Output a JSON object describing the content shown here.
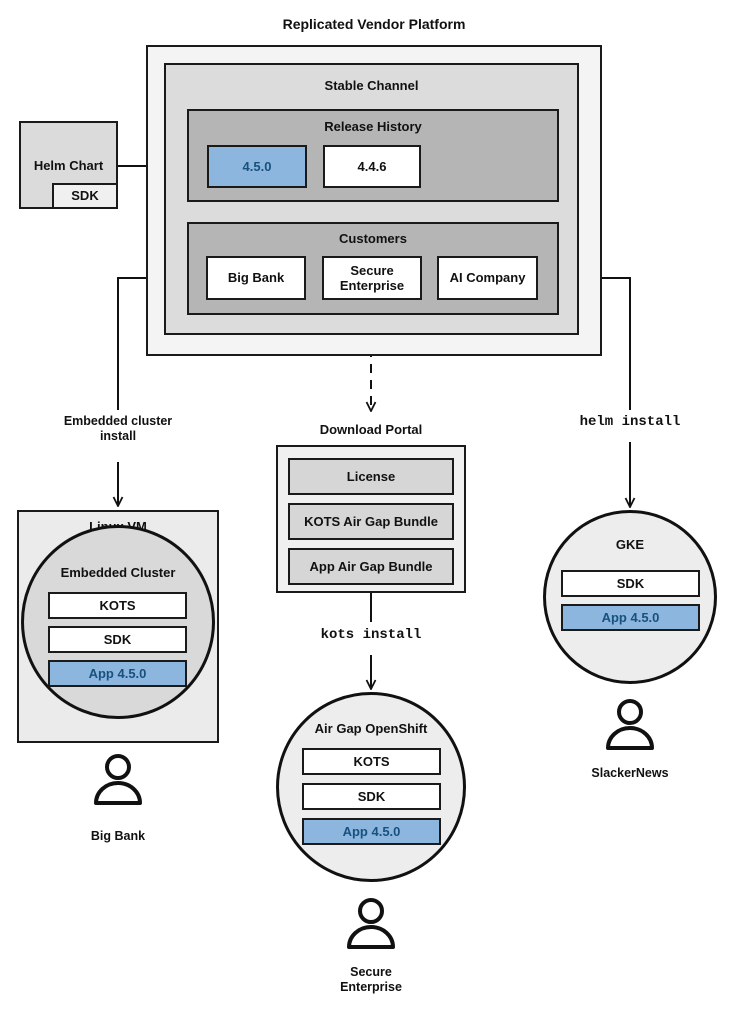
{
  "diagram": {
    "title": "Replicated Vendor Platform",
    "platform": {
      "channel_label": "Stable Channel",
      "release_history": {
        "label": "Release History",
        "releases": [
          {
            "version": "4.5.0",
            "highlighted": true
          },
          {
            "version": "4.4.6",
            "highlighted": false
          }
        ]
      },
      "customers": {
        "label": "Customers",
        "items": [
          {
            "name": "Big Bank"
          },
          {
            "name": "Secure\nEnterprise"
          },
          {
            "name": "AI Company"
          }
        ]
      }
    },
    "helm_chart": {
      "label": "Helm Chart",
      "sdk_label": "SDK"
    },
    "edges": [
      {
        "label": "Embedded cluster\ninstall",
        "style": "solid"
      },
      {
        "label": "kots install",
        "style": "mono"
      },
      {
        "label": "helm install",
        "style": "mono"
      }
    ],
    "download_portal": {
      "label": "Download Portal",
      "items": [
        "License",
        "KOTS Air Gap Bundle",
        "App Air Gap Bundle"
      ]
    },
    "targets": [
      {
        "id": "linux-vm",
        "label": "Linux VM",
        "shape": "box",
        "inner_label": "Embedded Cluster",
        "components": [
          {
            "name": "KOTS",
            "highlighted": false
          },
          {
            "name": "SDK",
            "highlighted": false
          },
          {
            "name": "App 4.5.0",
            "highlighted": true
          }
        ],
        "customer": "Big Bank"
      },
      {
        "id": "air-gap-openshift",
        "label": "Air Gap OpenShift",
        "shape": "circle",
        "components": [
          {
            "name": "KOTS",
            "highlighted": false
          },
          {
            "name": "SDK",
            "highlighted": false
          },
          {
            "name": "App 4.5.0",
            "highlighted": true
          }
        ],
        "customer": "Secure\nEnterprise"
      },
      {
        "id": "gke",
        "label": "GKE",
        "shape": "circle",
        "components": [
          {
            "name": "SDK",
            "highlighted": false
          },
          {
            "name": "App 4.5.0",
            "highlighted": true
          }
        ],
        "customer": "SlackerNews"
      }
    ],
    "colors": {
      "highlight_fill": "#8CB6DE",
      "highlight_border": "#3B78B4",
      "highlight_text": "#18517F",
      "stroke": "#1a1a1a",
      "platform_fill": "#F4F4F4",
      "channel_fill": "#DCDCDC",
      "release_fill": "#B5B5B5"
    }
  }
}
